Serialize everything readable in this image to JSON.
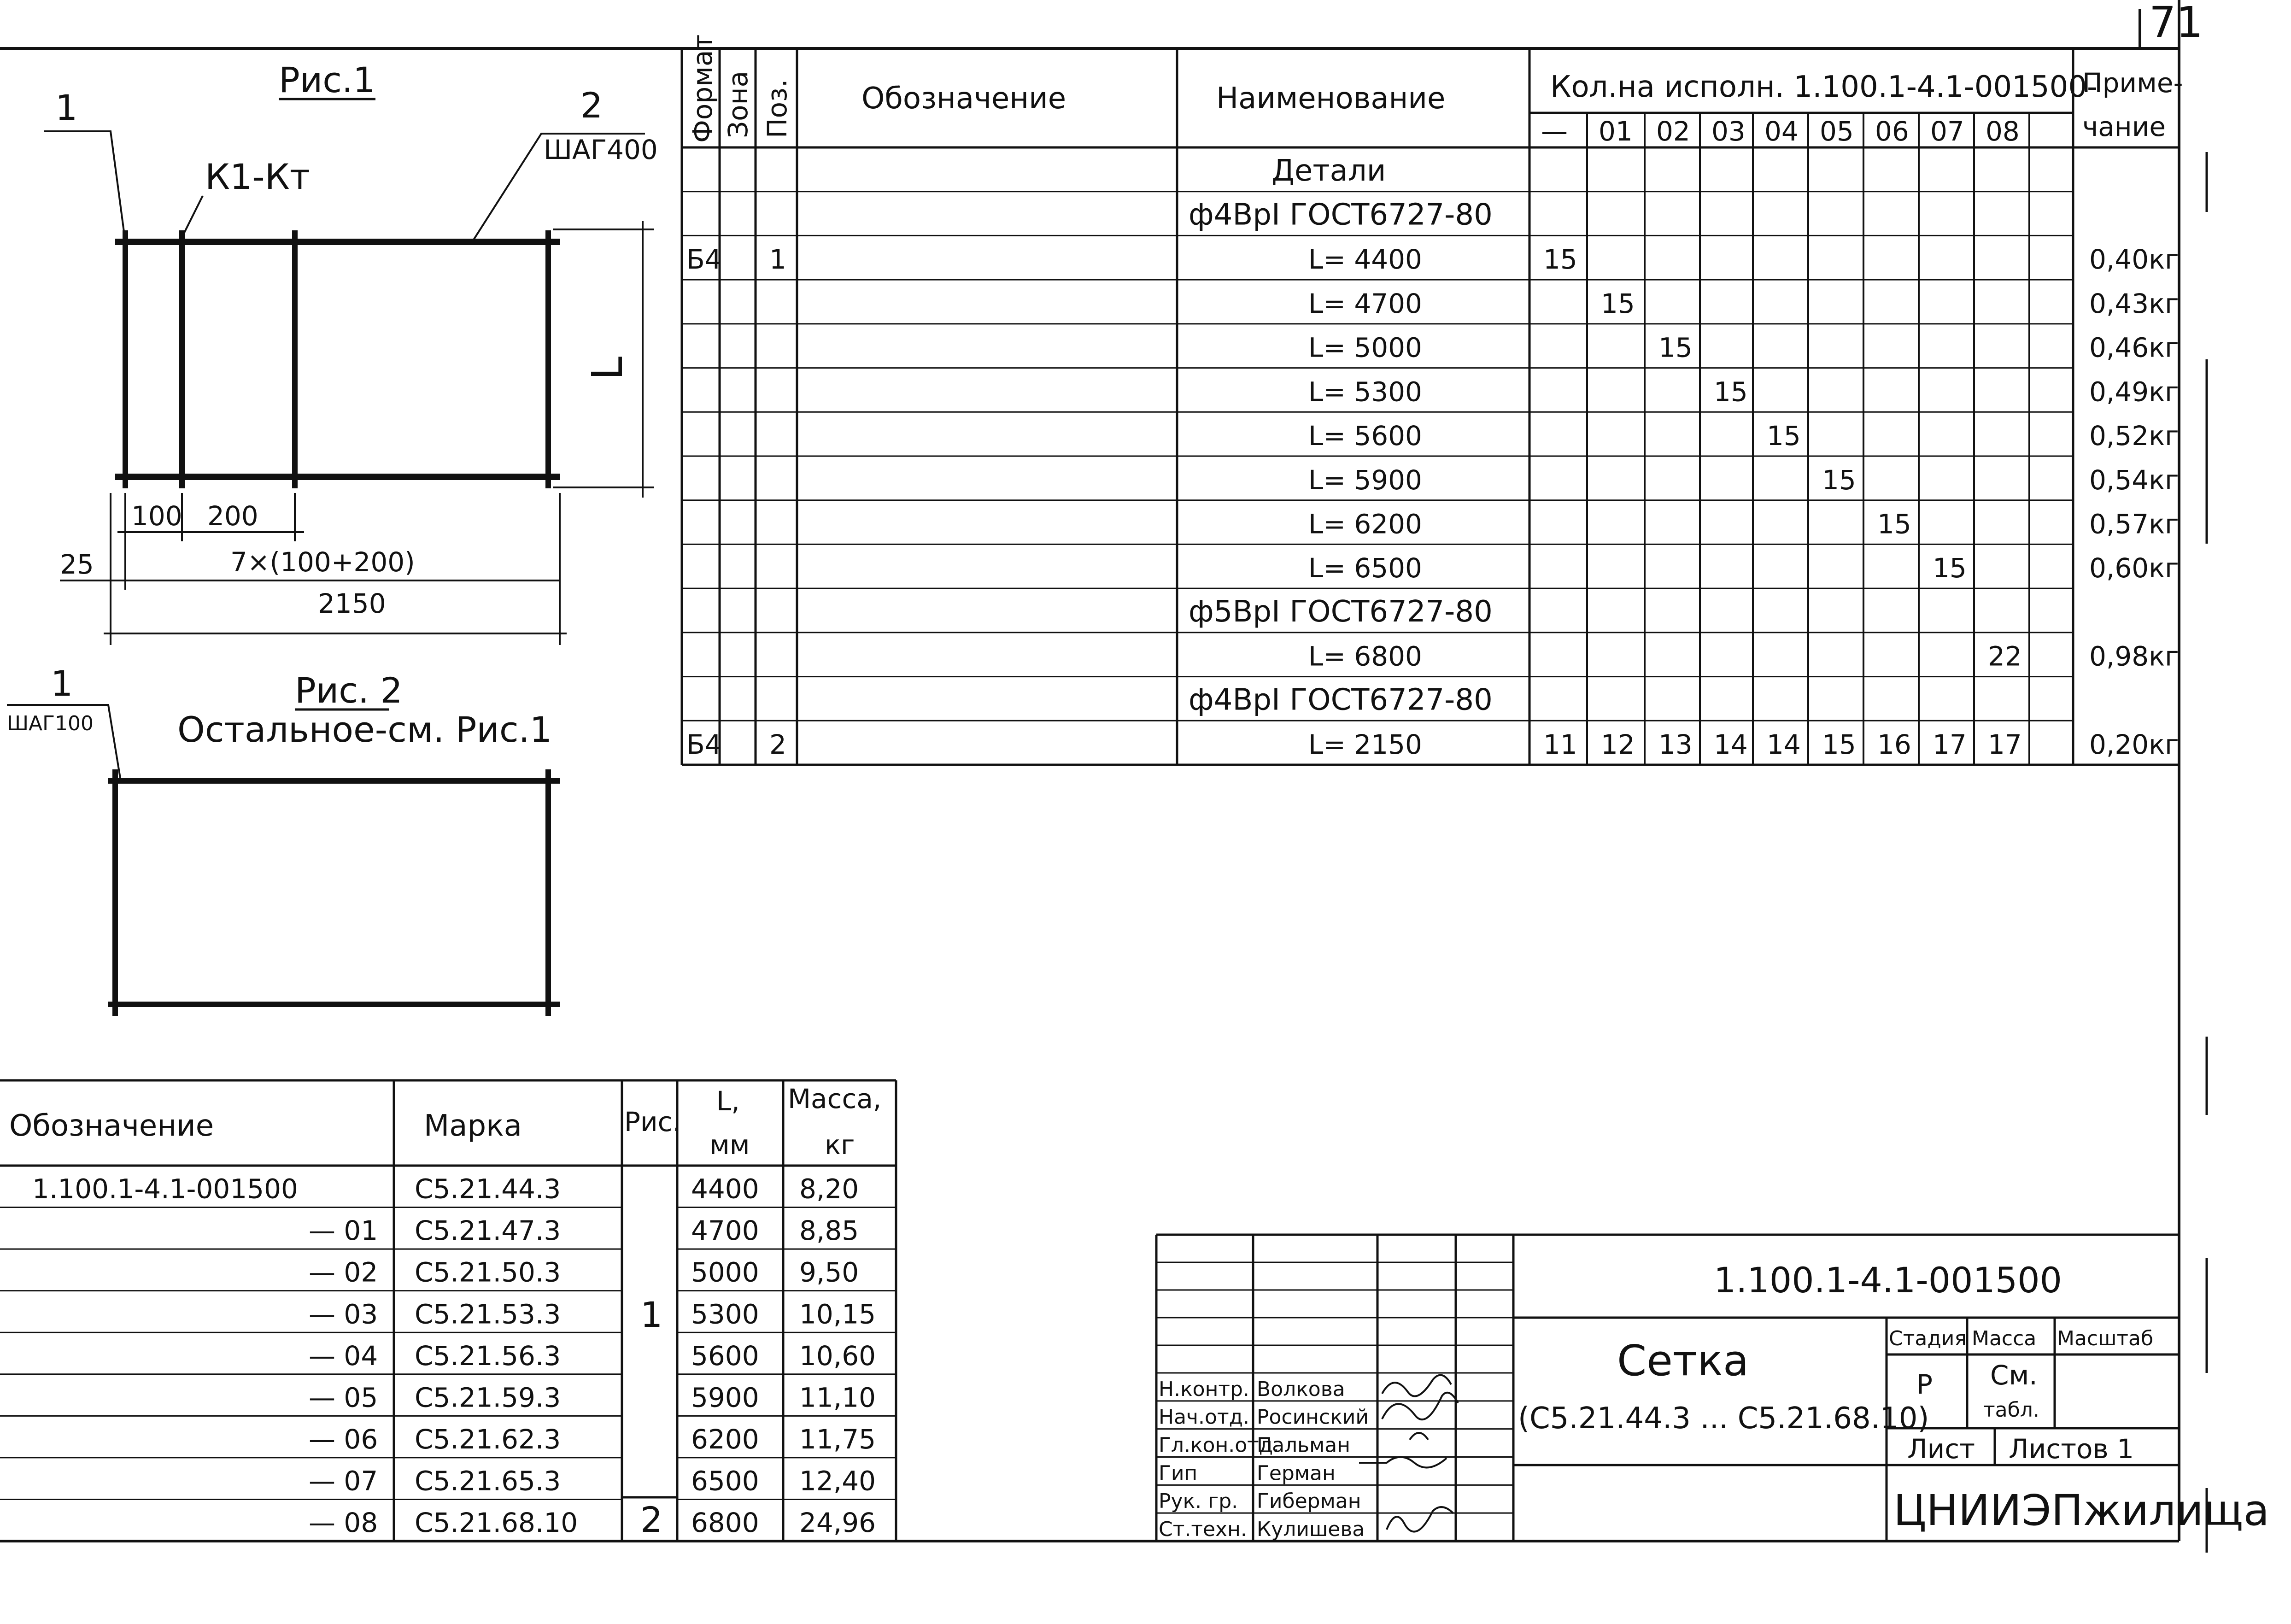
{
  "page": {
    "sheet_number": "71"
  },
  "fig1": {
    "title": "Рис.1",
    "label_1": "1",
    "label_2": "2",
    "step": "ШАГ400",
    "weld": "К1-Кт",
    "length": "L",
    "dim_100": "100",
    "dim_200": "200",
    "dim_25": "25",
    "dim_repeat": "7×(100+200)",
    "dim_total": "2150"
  },
  "fig2": {
    "title": "Рис. 2",
    "label_1": "1",
    "step": "ШАГ100",
    "note": "Остальное-см. Рис.1"
  },
  "spec": {
    "headers": {
      "format": "Формат",
      "zone": "Зона",
      "pos": "Поз.",
      "designation": "Обозначение",
      "name": "Наименование",
      "qty": "Кол.на исполн. 1.100.1-4.1-001500-",
      "note_1": "Приме-",
      "note_2": "чание"
    },
    "qty_cols": [
      "—",
      "01",
      "02",
      "03",
      "04",
      "05",
      "06",
      "07",
      "08"
    ],
    "rows": [
      {
        "format": "",
        "pos": "",
        "name": "Детали",
        "q": [
          "",
          "",
          "",
          "",
          "",
          "",
          "",
          "",
          ""
        ],
        "note": ""
      },
      {
        "format": "",
        "pos": "",
        "name": "ф4ВрI ГОСТ6727-80",
        "q": [
          "",
          "",
          "",
          "",
          "",
          "",
          "",
          "",
          ""
        ],
        "note": ""
      },
      {
        "format": "Б4",
        "pos": "1",
        "name": "L= 4400",
        "q": [
          "15",
          "",
          "",
          "",
          "",
          "",
          "",
          "",
          ""
        ],
        "note": "0,40кг"
      },
      {
        "format": "",
        "pos": "",
        "name": "L= 4700",
        "q": [
          "",
          "15",
          "",
          "",
          "",
          "",
          "",
          "",
          ""
        ],
        "note": "0,43кг"
      },
      {
        "format": "",
        "pos": "",
        "name": "L= 5000",
        "q": [
          "",
          "",
          "15",
          "",
          "",
          "",
          "",
          "",
          ""
        ],
        "note": "0,46кг"
      },
      {
        "format": "",
        "pos": "",
        "name": "L= 5300",
        "q": [
          "",
          "",
          "",
          "15",
          "",
          "",
          "",
          "",
          ""
        ],
        "note": "0,49кг"
      },
      {
        "format": "",
        "pos": "",
        "name": "L= 5600",
        "q": [
          "",
          "",
          "",
          "",
          "15",
          "",
          "",
          "",
          ""
        ],
        "note": "0,52кг"
      },
      {
        "format": "",
        "pos": "",
        "name": "L= 5900",
        "q": [
          "",
          "",
          "",
          "",
          "",
          "15",
          "",
          "",
          ""
        ],
        "note": "0,54кг"
      },
      {
        "format": "",
        "pos": "",
        "name": "L= 6200",
        "q": [
          "",
          "",
          "",
          "",
          "",
          "",
          "15",
          "",
          ""
        ],
        "note": "0,57кг"
      },
      {
        "format": "",
        "pos": "",
        "name": "L= 6500",
        "q": [
          "",
          "",
          "",
          "",
          "",
          "",
          "",
          "15",
          ""
        ],
        "note": "0,60кг"
      },
      {
        "format": "",
        "pos": "",
        "name": "ф5ВрI ГОСТ6727-80",
        "q": [
          "",
          "",
          "",
          "",
          "",
          "",
          "",
          "",
          ""
        ],
        "note": ""
      },
      {
        "format": "",
        "pos": "",
        "name": "L= 6800",
        "q": [
          "",
          "",
          "",
          "",
          "",
          "",
          "",
          "",
          "22"
        ],
        "note": "0,98кг"
      },
      {
        "format": "",
        "pos": "",
        "name": "ф4ВрI ГОСТ6727-80",
        "q": [
          "",
          "",
          "",
          "",
          "",
          "",
          "",
          "",
          ""
        ],
        "note": ""
      },
      {
        "format": "Б4",
        "pos": "2",
        "name": "L= 2150",
        "q": [
          "11",
          "12",
          "13",
          "14",
          "14",
          "15",
          "16",
          "17",
          "17"
        ],
        "note": "0,20кг"
      }
    ]
  },
  "marks": {
    "headers": {
      "designation": "Обозначение",
      "mark": "Марка",
      "fig": "Рис.",
      "l_1": "L,",
      "l_2": "мм",
      "mass_1": "Масса,",
      "mass_2": "кг"
    },
    "fig_1": "1",
    "fig_2": "2",
    "rows": [
      {
        "designation": "1.100.1-4.1-001500",
        "mark": "С5.21.44.3",
        "l": "4400",
        "mass": "8,20"
      },
      {
        "designation": "— 01",
        "mark": "С5.21.47.3",
        "l": "4700",
        "mass": "8,85"
      },
      {
        "designation": "— 02",
        "mark": "С5.21.50.3",
        "l": "5000",
        "mass": "9,50"
      },
      {
        "designation": "— 03",
        "mark": "С5.21.53.3",
        "l": "5300",
        "mass": "10,15"
      },
      {
        "designation": "— 04",
        "mark": "С5.21.56.3",
        "l": "5600",
        "mass": "10,60"
      },
      {
        "designation": "— 05",
        "mark": "С5.21.59.3",
        "l": "5900",
        "mass": "11,10"
      },
      {
        "designation": "— 06",
        "mark": "С5.21.62.3",
        "l": "6200",
        "mass": "11,75"
      },
      {
        "designation": "— 07",
        "mark": "С5.21.65.3",
        "l": "6500",
        "mass": "12,40"
      },
      {
        "designation": "— 08",
        "mark": "С5.21.68.10",
        "l": "6800",
        "mass": "24,96"
      }
    ]
  },
  "title_block": {
    "doc_code": "1.100.1-4.1-001500",
    "title": "Сетка",
    "subtitle": "(С5.21.44.3 ... С5.21.68.10)",
    "stage_label": "Стадия",
    "mass_label": "Масса",
    "scale_label": "Масштаб",
    "stage": "Р",
    "mass_1": "См.",
    "mass_2": "табл.",
    "sheet_label": "Лист",
    "sheets_label": "Листов 1",
    "org": "ЦНИИЭПжилища",
    "staff": [
      {
        "role": "Н.контр.",
        "name": "Волкова"
      },
      {
        "role": "Нач.отд.",
        "name": "Росинский"
      },
      {
        "role": "Гл.кон.отд.",
        "name": "Пальман"
      },
      {
        "role": "Гип",
        "name": "Герман"
      },
      {
        "role": "Рук. гр.",
        "name": "Гиберман"
      },
      {
        "role": "Ст.техн.",
        "name": "Кулишева"
      }
    ]
  }
}
